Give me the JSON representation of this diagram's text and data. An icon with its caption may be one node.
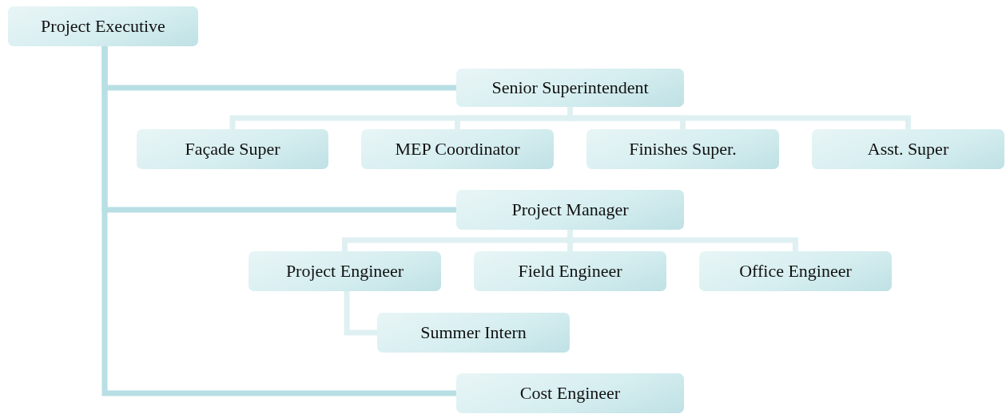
{
  "diagram": {
    "nodes": [
      {
        "text": [
          "Project Executive"
        ]
      },
      {
        "text": [
          "Senior Superintendent"
        ]
      },
      {
        "text": [
          "Façade Super"
        ]
      },
      {
        "text": [
          "MEP Coordinator"
        ]
      },
      {
        "text": [
          "Finishes Super."
        ]
      },
      {
        "text": [
          "Asst. Super"
        ]
      },
      {
        "text": [
          "Project Manager"
        ]
      },
      {
        "text": [
          "Project Engineer"
        ]
      },
      {
        "text": [
          "Field Engineer"
        ]
      },
      {
        "text": [
          "Office Engineer"
        ]
      },
      {
        "text": [
          "Summer Intern"
        ]
      },
      {
        "text": [
          "Cost Engineer"
        ]
      }
    ],
    "edges": [
      {
        "from": 0,
        "to": 1,
        "arrow": "none",
        "color": "#b8dfe4"
      },
      {
        "from": 1,
        "to": 2,
        "arrow": "none"
      },
      {
        "from": 1,
        "to": 3,
        "arrow": "none"
      },
      {
        "from": 1,
        "to": 4,
        "arrow": "none"
      },
      {
        "from": 1,
        "to": 5,
        "arrow": "none"
      },
      {
        "from": 0,
        "to": 6,
        "arrow": "none",
        "color": "#b8dfe4"
      },
      {
        "from": 6,
        "to": 7,
        "arrow": "none"
      },
      {
        "from": 6,
        "to": 8,
        "arrow": "none"
      },
      {
        "from": 6,
        "to": 9,
        "arrow": "none"
      },
      {
        "from": 7,
        "to": 10,
        "arrow": "none"
      },
      {
        "from": 0,
        "to": 11,
        "arrow": "none",
        "color": "#b8dfe4"
      }
    ]
  }
}
